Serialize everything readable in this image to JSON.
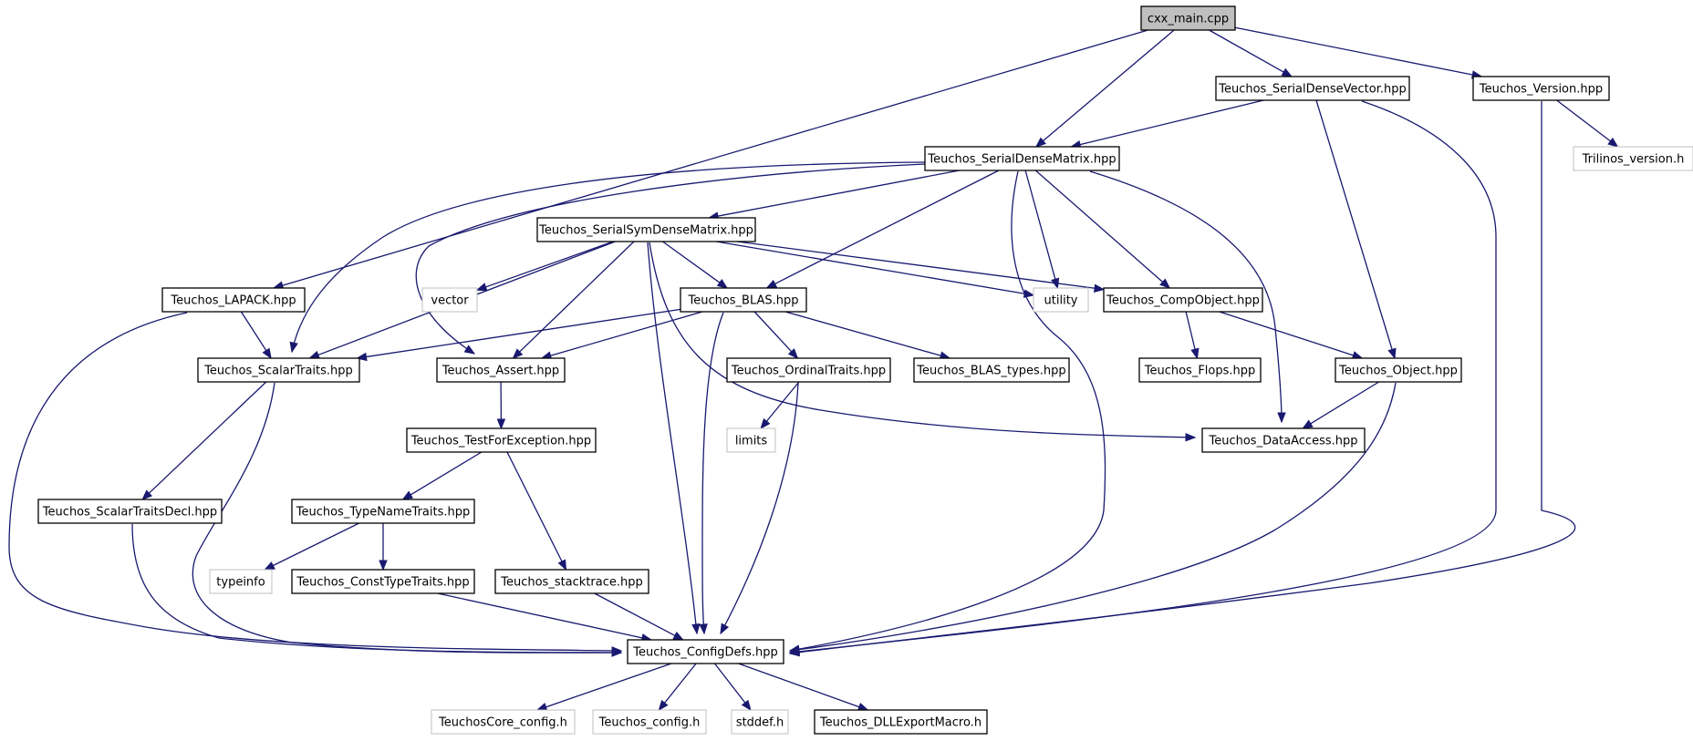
{
  "diagram": {
    "nodes": [
      {
        "id": "cxx_main",
        "label": "cxx_main.cpp",
        "kind": "root"
      },
      {
        "id": "sdv",
        "label": "Teuchos_SerialDenseVector.hpp",
        "kind": "header"
      },
      {
        "id": "version",
        "label": "Teuchos_Version.hpp",
        "kind": "header"
      },
      {
        "id": "trilinos_version",
        "label": "Trilinos_version.h",
        "kind": "external"
      },
      {
        "id": "sdm",
        "label": "Teuchos_SerialDenseMatrix.hpp",
        "kind": "header"
      },
      {
        "id": "ssdm",
        "label": "Teuchos_SerialSymDenseMatrix.hpp",
        "kind": "header"
      },
      {
        "id": "lapack",
        "label": "Teuchos_LAPACK.hpp",
        "kind": "header"
      },
      {
        "id": "vector",
        "label": "vector",
        "kind": "external"
      },
      {
        "id": "blas",
        "label": "Teuchos_BLAS.hpp",
        "kind": "header"
      },
      {
        "id": "utility",
        "label": "utility",
        "kind": "external"
      },
      {
        "id": "compobject",
        "label": "Teuchos_CompObject.hpp",
        "kind": "header"
      },
      {
        "id": "scalartraits",
        "label": "Teuchos_ScalarTraits.hpp",
        "kind": "header"
      },
      {
        "id": "assert",
        "label": "Teuchos_Assert.hpp",
        "kind": "header"
      },
      {
        "id": "ordinaltraits",
        "label": "Teuchos_OrdinalTraits.hpp",
        "kind": "header"
      },
      {
        "id": "blastypes",
        "label": "Teuchos_BLAS_types.hpp",
        "kind": "header"
      },
      {
        "id": "flops",
        "label": "Teuchos_Flops.hpp",
        "kind": "header"
      },
      {
        "id": "object",
        "label": "Teuchos_Object.hpp",
        "kind": "header"
      },
      {
        "id": "limits",
        "label": "limits",
        "kind": "external"
      },
      {
        "id": "testforexception",
        "label": "Teuchos_TestForException.hpp",
        "kind": "header"
      },
      {
        "id": "dataaccess",
        "label": "Teuchos_DataAccess.hpp",
        "kind": "header"
      },
      {
        "id": "scalartraitsdecl",
        "label": "Teuchos_ScalarTraitsDecl.hpp",
        "kind": "header"
      },
      {
        "id": "typenametraits",
        "label": "Teuchos_TypeNameTraits.hpp",
        "kind": "header"
      },
      {
        "id": "typeinfo",
        "label": "typeinfo",
        "kind": "external"
      },
      {
        "id": "consttypetraits",
        "label": "Teuchos_ConstTypeTraits.hpp",
        "kind": "header"
      },
      {
        "id": "stacktrace",
        "label": "Teuchos_stacktrace.hpp",
        "kind": "header"
      },
      {
        "id": "configdefs",
        "label": "Teuchos_ConfigDefs.hpp",
        "kind": "header"
      },
      {
        "id": "coreconfig",
        "label": "TeuchosCore_config.h",
        "kind": "external"
      },
      {
        "id": "config",
        "label": "Teuchos_config.h",
        "kind": "external"
      },
      {
        "id": "stddef",
        "label": "stddef.h",
        "kind": "external"
      },
      {
        "id": "dllexport",
        "label": "Teuchos_DLLExportMacro.h",
        "kind": "header"
      }
    ],
    "edges": [
      [
        "cxx_main",
        "lapack"
      ],
      [
        "cxx_main",
        "sdm"
      ],
      [
        "cxx_main",
        "sdv"
      ],
      [
        "cxx_main",
        "version"
      ],
      [
        "sdv",
        "sdm"
      ],
      [
        "sdv",
        "object"
      ],
      [
        "sdv",
        "configdefs"
      ],
      [
        "version",
        "trilinos_version"
      ],
      [
        "version",
        "configdefs"
      ],
      [
        "sdm",
        "ssdm"
      ],
      [
        "sdm",
        "scalartraits"
      ],
      [
        "sdm",
        "assert"
      ],
      [
        "sdm",
        "blas"
      ],
      [
        "sdm",
        "utility"
      ],
      [
        "sdm",
        "compobject"
      ],
      [
        "sdm",
        "dataaccess"
      ],
      [
        "sdm",
        "configdefs"
      ],
      [
        "ssdm",
        "vector"
      ],
      [
        "ssdm",
        "scalartraits"
      ],
      [
        "ssdm",
        "assert"
      ],
      [
        "ssdm",
        "blas"
      ],
      [
        "ssdm",
        "utility"
      ],
      [
        "ssdm",
        "compobject"
      ],
      [
        "ssdm",
        "dataaccess"
      ],
      [
        "ssdm",
        "configdefs"
      ],
      [
        "lapack",
        "scalartraits"
      ],
      [
        "lapack",
        "configdefs"
      ],
      [
        "blas",
        "scalartraits"
      ],
      [
        "blas",
        "assert"
      ],
      [
        "blas",
        "ordinaltraits"
      ],
      [
        "blas",
        "blastypes"
      ],
      [
        "blas",
        "configdefs"
      ],
      [
        "compobject",
        "flops"
      ],
      [
        "compobject",
        "object"
      ],
      [
        "object",
        "dataaccess"
      ],
      [
        "object",
        "configdefs"
      ],
      [
        "scalartraits",
        "scalartraitsdecl"
      ],
      [
        "scalartraits",
        "configdefs"
      ],
      [
        "scalartraitsdecl",
        "configdefs"
      ],
      [
        "assert",
        "testforexception"
      ],
      [
        "testforexception",
        "typenametraits"
      ],
      [
        "testforexception",
        "stacktrace"
      ],
      [
        "typenametraits",
        "typeinfo"
      ],
      [
        "typenametraits",
        "consttypetraits"
      ],
      [
        "consttypetraits",
        "configdefs"
      ],
      [
        "ordinaltraits",
        "limits"
      ],
      [
        "ordinaltraits",
        "configdefs"
      ],
      [
        "stacktrace",
        "configdefs"
      ],
      [
        "configdefs",
        "coreconfig"
      ],
      [
        "configdefs",
        "config"
      ],
      [
        "configdefs",
        "stddef"
      ],
      [
        "configdefs",
        "dllexport"
      ]
    ]
  },
  "colors": {
    "edge": "#191970",
    "node_border": "#000000",
    "external_border": "#bfbfbf",
    "root_fill": "#bfbfbf"
  }
}
